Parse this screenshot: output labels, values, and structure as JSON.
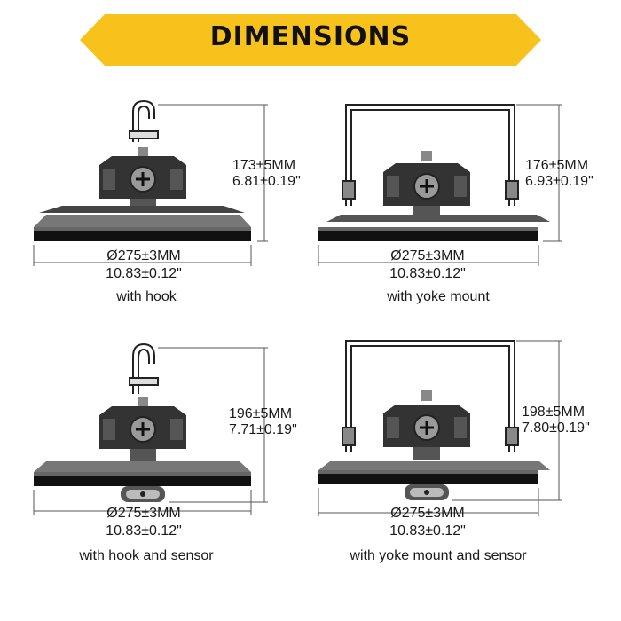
{
  "banner": {
    "title": "DIMENSIONS",
    "color": "#F7C21B"
  },
  "views": [
    {
      "id": "hook",
      "height_mm": "173±5MM",
      "height_in": "6.81±0.19\"",
      "width_mm": "Ø275±3MM",
      "width_in": "10.83±0.12\"",
      "caption": "with hook"
    },
    {
      "id": "yoke",
      "height_mm": "176±5MM",
      "height_in": "6.93±0.19\"",
      "width_mm": "Ø275±3MM",
      "width_in": "10.83±0.12\"",
      "caption": "with yoke mount"
    },
    {
      "id": "hook-sensor",
      "height_mm": "196±5MM",
      "height_in": "7.71±0.19\"",
      "width_mm": "Ø275±3MM",
      "width_in": "10.83±0.12\"",
      "caption": "with hook and sensor"
    },
    {
      "id": "yoke-sensor",
      "height_mm": "198±5MM",
      "height_in": "7.80±0.19\"",
      "width_mm": "Ø275±3MM",
      "width_in": "10.83±0.12\"",
      "caption": "with yoke mount and sensor"
    }
  ],
  "icons": {
    "mount_hook": "hook-icon",
    "mount_yoke": "yoke-bracket-icon",
    "sensor": "motion-sensor-icon"
  }
}
